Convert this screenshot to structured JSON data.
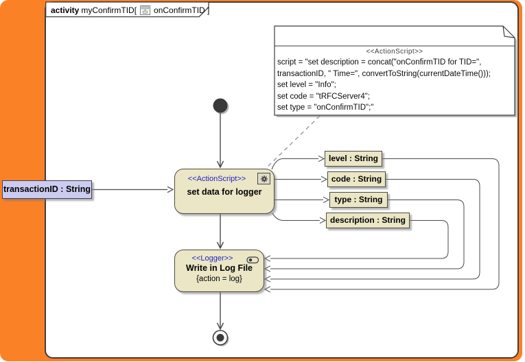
{
  "frame": {
    "keyword": "activity",
    "title": "myConfirmTID[",
    "title_suffix": "onConfirmTID ]"
  },
  "note": {
    "stereotype": "<<ActionScript>>",
    "lines": [
      "script = \"set description = concat(\"onConfirmTID for TID=\",",
      "transactionID, \" Time=\", convertToString(currentDateTime()));",
      "set level = \"Info\";",
      "set code = \"tRFCServer4\";",
      "set type = \"onConfirmTID\";\""
    ]
  },
  "action": {
    "stereotype": "<<ActionScript>>",
    "label": "set data for logger"
  },
  "logger": {
    "stereotype": "<<Logger>>",
    "label": "Write in Log File",
    "constraint": "{action = log}"
  },
  "input_param": {
    "label": "transactionID : String"
  },
  "pins": [
    {
      "label": "level : String"
    },
    {
      "label": "code : String"
    },
    {
      "label": "type : String"
    },
    {
      "label": "description : String"
    }
  ],
  "colors": {
    "accent_orange": "#fb8126",
    "node_fill": "#eae6c6",
    "param_fill": "#ccccf0",
    "stereotype_blue": "#1f1fc8",
    "border_dark": "#3e3e3e"
  }
}
